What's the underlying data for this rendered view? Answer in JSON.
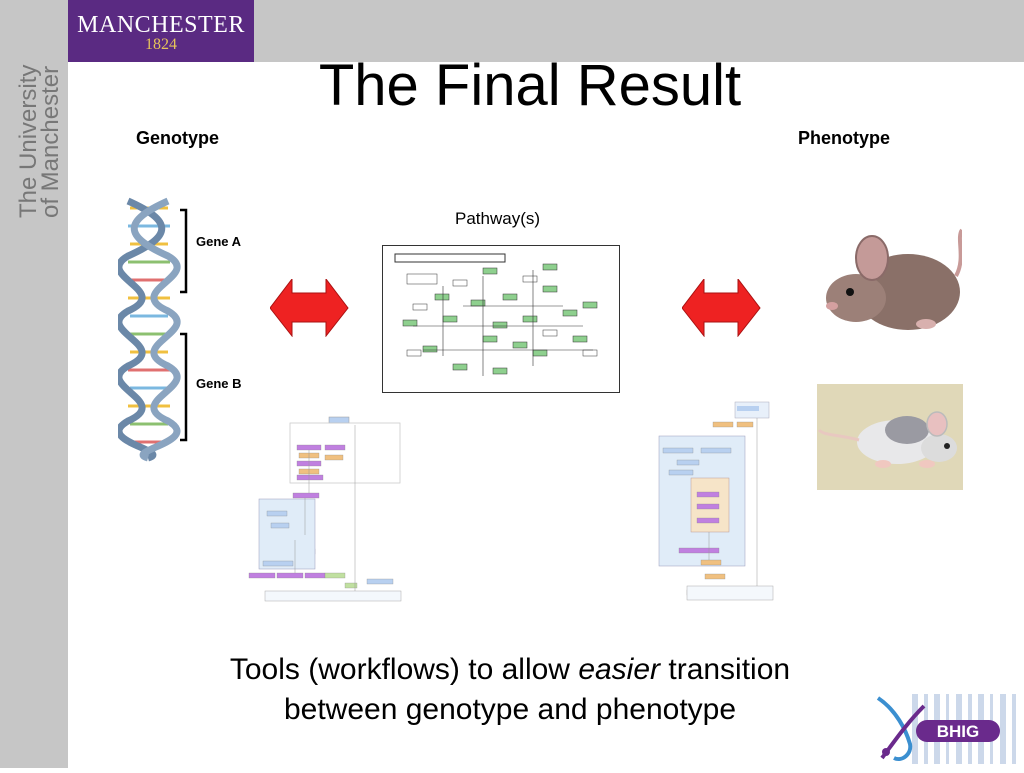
{
  "header": {
    "logo_name": "MANCHESTER",
    "logo_year": "1824",
    "university_vertical_line1": "The University",
    "university_vertical_line2": "of Manchester"
  },
  "slide": {
    "title": "The Final Result",
    "genotype_label": "Genotype",
    "phenotype_label": "Phenotype",
    "pathway_label": "Pathway(s)",
    "gene_a": "Gene A",
    "gene_b": "Gene B",
    "caption_pre": "Tools (workflows) to allow ",
    "caption_em": "easier",
    "caption_post": " transition",
    "caption_line2": "between genotype and phenotype",
    "bhig_logo_text": "BHIG"
  },
  "colors": {
    "brand_purple": "#5a2a82",
    "brand_gold": "#e6c35a",
    "gray_frame": "#c6c6c6",
    "arrow_red": "#ee2222"
  }
}
